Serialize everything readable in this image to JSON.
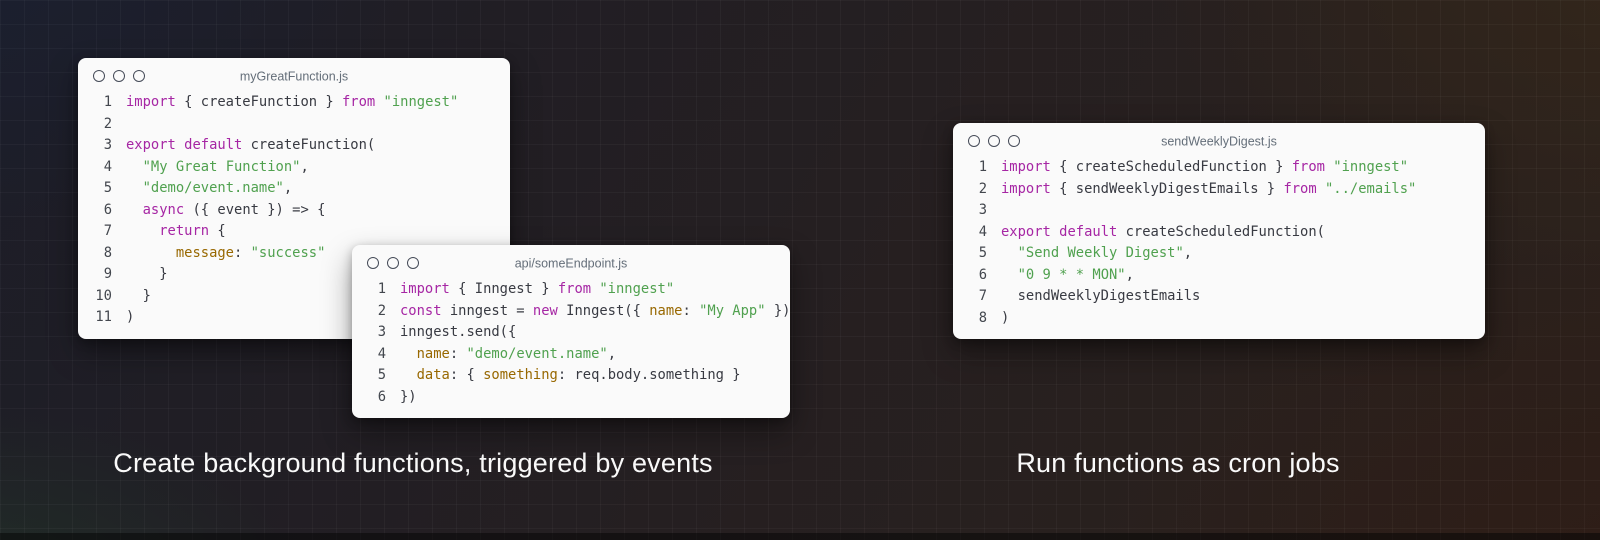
{
  "theme": {
    "card_background": "#fafafa",
    "caption_color": "#fafafa",
    "background_top_left": "#1b2030",
    "background_bottom_left": "#223028",
    "background_top_right": "#34271a",
    "background_bottom_right": "#2e1c16",
    "syntax": {
      "keyword": "#a626a4",
      "string": "#50a14f",
      "property": "#986801",
      "plain": "#383a42",
      "line_number": "#43474e",
      "title": "#646e79"
    }
  },
  "windows": [
    {
      "title": "myGreatFunction.js",
      "lines": [
        [
          [
            "k",
            "import"
          ],
          [
            "p",
            " { createFunction } "
          ],
          [
            "k",
            "from"
          ],
          [
            "p",
            " "
          ],
          [
            "s",
            "\"inngest\""
          ]
        ],
        [],
        [
          [
            "k",
            "export"
          ],
          [
            "p",
            " "
          ],
          [
            "k",
            "default"
          ],
          [
            "p",
            " createFunction("
          ]
        ],
        [
          [
            "p",
            "  "
          ],
          [
            "s",
            "\"My Great Function\""
          ],
          [
            "p",
            ","
          ]
        ],
        [
          [
            "p",
            "  "
          ],
          [
            "s",
            "\"demo/event.name\""
          ],
          [
            "p",
            ","
          ]
        ],
        [
          [
            "p",
            "  "
          ],
          [
            "k",
            "async"
          ],
          [
            "p",
            " ({ event }) => {"
          ]
        ],
        [
          [
            "p",
            "    "
          ],
          [
            "k",
            "return"
          ],
          [
            "p",
            " {"
          ]
        ],
        [
          [
            "p",
            "      "
          ],
          [
            "o",
            "message"
          ],
          [
            "p",
            ": "
          ],
          [
            "s",
            "\"success\""
          ]
        ],
        [
          [
            "p",
            "    }"
          ]
        ],
        [
          [
            "p",
            "  }"
          ]
        ],
        [
          [
            "p",
            ")"
          ]
        ]
      ]
    },
    {
      "title": "api/someEndpoint.js",
      "lines": [
        [
          [
            "k",
            "import"
          ],
          [
            "p",
            " { Inngest } "
          ],
          [
            "k",
            "from"
          ],
          [
            "p",
            " "
          ],
          [
            "s",
            "\"inngest\""
          ]
        ],
        [
          [
            "k",
            "const"
          ],
          [
            "p",
            " inngest = "
          ],
          [
            "k",
            "new"
          ],
          [
            "p",
            " Inngest({ "
          ],
          [
            "o",
            "name"
          ],
          [
            "p",
            ": "
          ],
          [
            "s",
            "\"My App\""
          ],
          [
            "p",
            " })"
          ]
        ],
        [
          [
            "p",
            "inngest.send({"
          ]
        ],
        [
          [
            "p",
            "  "
          ],
          [
            "o",
            "name"
          ],
          [
            "p",
            ": "
          ],
          [
            "s",
            "\"demo/event.name\""
          ],
          [
            "p",
            ","
          ]
        ],
        [
          [
            "p",
            "  "
          ],
          [
            "o",
            "data"
          ],
          [
            "p",
            ": { "
          ],
          [
            "o",
            "something"
          ],
          [
            "p",
            ": req.body.something }"
          ]
        ],
        [
          [
            "p",
            "})"
          ]
        ]
      ]
    },
    {
      "title": "sendWeeklyDigest.js",
      "lines": [
        [
          [
            "k",
            "import"
          ],
          [
            "p",
            " { createScheduledFunction } "
          ],
          [
            "k",
            "from"
          ],
          [
            "p",
            " "
          ],
          [
            "s",
            "\"inngest\""
          ]
        ],
        [
          [
            "k",
            "import"
          ],
          [
            "p",
            " { sendWeeklyDigestEmails } "
          ],
          [
            "k",
            "from"
          ],
          [
            "p",
            " "
          ],
          [
            "s",
            "\"../emails\""
          ]
        ],
        [],
        [
          [
            "k",
            "export"
          ],
          [
            "p",
            " "
          ],
          [
            "k",
            "default"
          ],
          [
            "p",
            " createScheduledFunction("
          ]
        ],
        [
          [
            "p",
            "  "
          ],
          [
            "s",
            "\"Send Weekly Digest\""
          ],
          [
            "p",
            ","
          ]
        ],
        [
          [
            "p",
            "  "
          ],
          [
            "s",
            "\"0 9 * * MON\""
          ],
          [
            "p",
            ","
          ]
        ],
        [
          [
            "p",
            "  sendWeeklyDigestEmails"
          ]
        ],
        [
          [
            "p",
            ")"
          ]
        ]
      ]
    }
  ],
  "captions": {
    "left": "Create background functions, triggered by events",
    "right": "Run functions as cron jobs"
  }
}
